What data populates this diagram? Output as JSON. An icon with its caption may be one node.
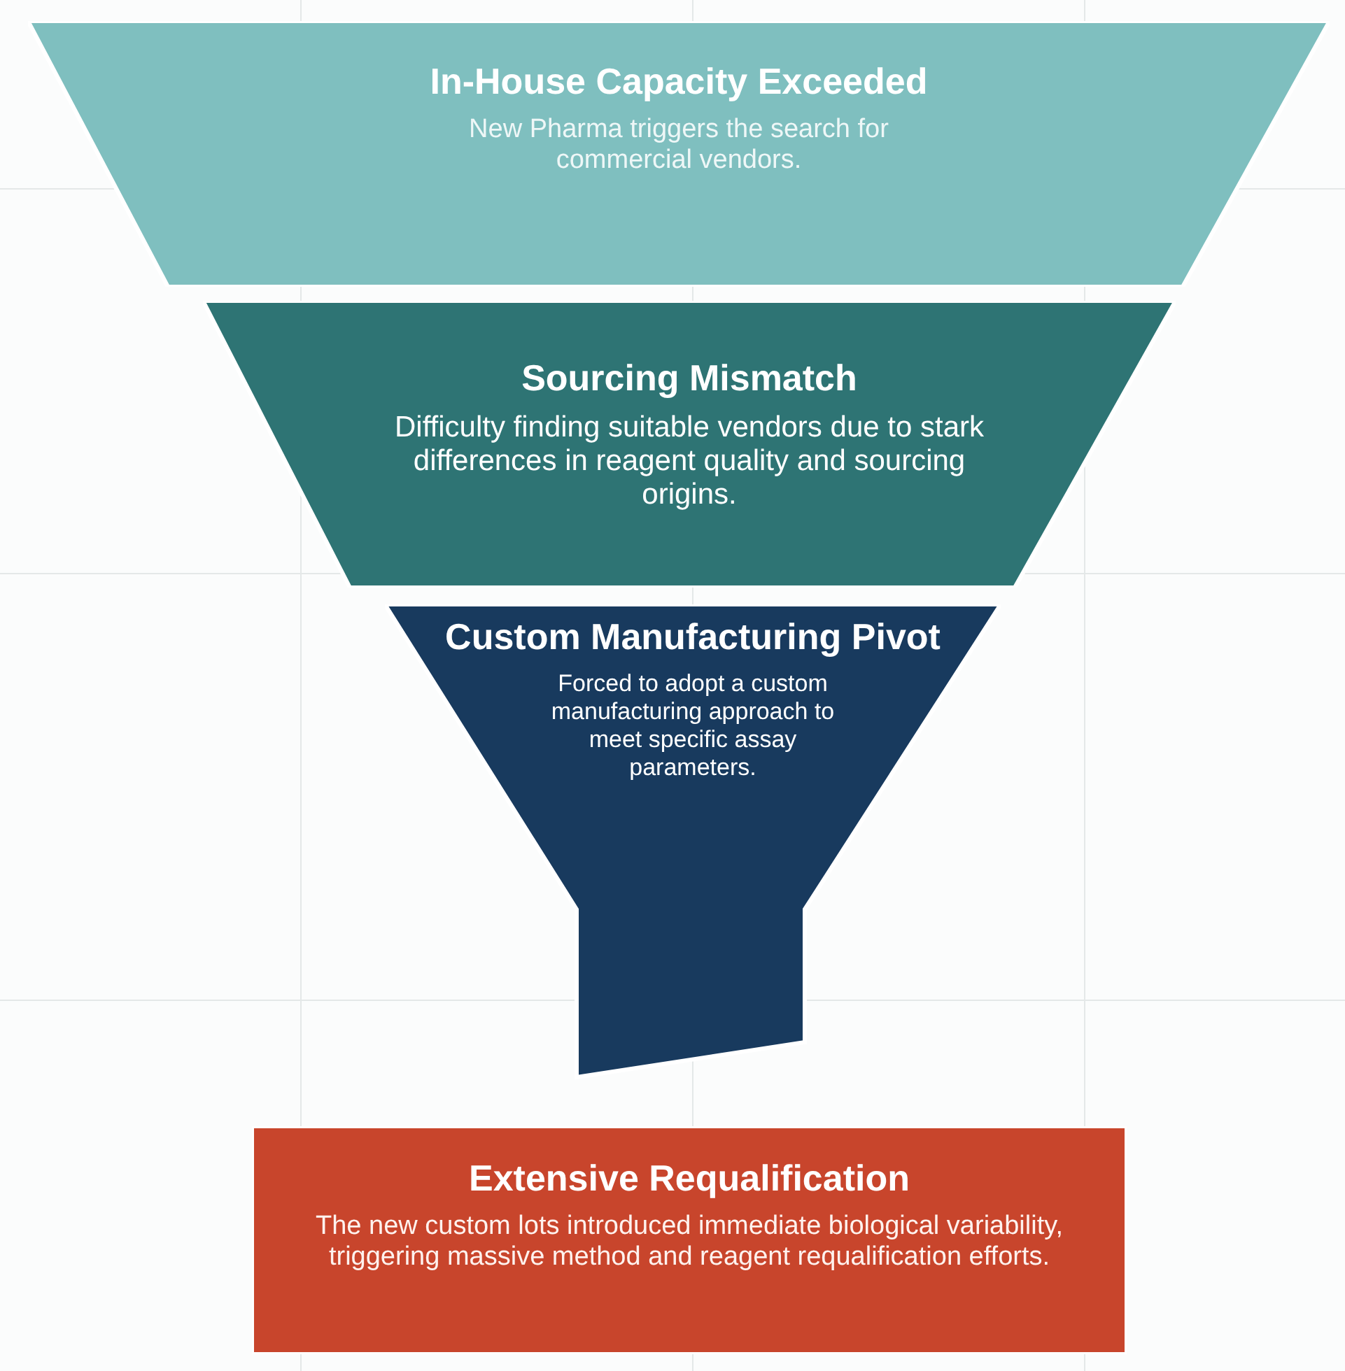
{
  "diagram": {
    "nodes": [
      {
        "text": [
          "In-House Capacity Exceeded",
          "New Pharma triggers the search for commercial vendors."
        ]
      },
      {
        "text": [
          "Sourcing Mismatch",
          "Difficulty finding suitable vendors due to stark differences in reagent quality and sourcing origins."
        ]
      },
      {
        "text": [
          "Custom Manufacturing Pivot",
          "Forced to adopt a custom manufacturing approach to meet specific assay parameters."
        ]
      },
      {
        "text": [
          "Extensive Requalification",
          "The new custom lots introduced immediate biological variability, triggering massive method and reagent requalification efforts."
        ]
      }
    ]
  }
}
